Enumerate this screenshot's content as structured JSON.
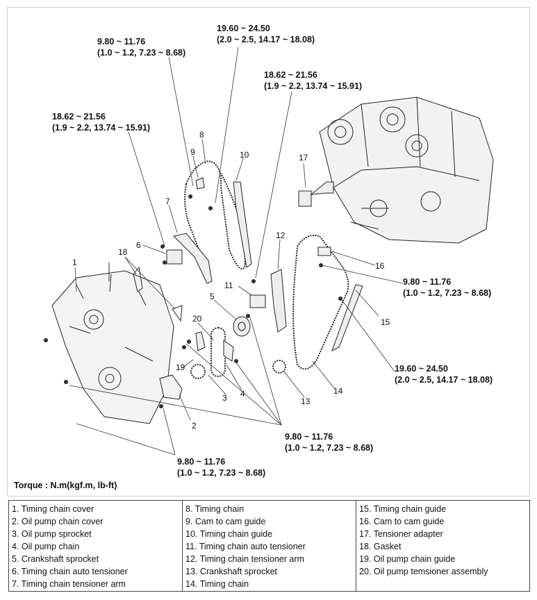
{
  "torque_specs": {
    "s1": {
      "line1": "9.80 ~ 11.76",
      "line2": "(1.0 ~ 1.2, 7.23 ~ 8.68)"
    },
    "s2": {
      "line1": "19.60 ~ 24.50",
      "line2": "(2.0 ~ 2.5, 14.17 ~ 18.08)"
    },
    "s3": {
      "line1": "18.62 ~ 21.56",
      "line2": "(1.9 ~ 2.2, 13.74 ~ 15.91)"
    },
    "s4": {
      "line1": "18.62 ~ 21.56",
      "line2": "(1.9 ~ 2.2, 13.74 ~ 15.91)"
    },
    "s5": {
      "line1": "9.80 ~ 11.76",
      "line2": "(1.0 ~ 1.2, 7.23 ~ 8.68)"
    },
    "s6": {
      "line1": "19.60 ~ 24.50",
      "line2": "(2.0 ~ 2.5, 14.17 ~ 18.08)"
    },
    "s7": {
      "line1": "9.80 ~ 11.76",
      "line2": "(1.0 ~ 1.2, 7.23 ~ 8.68)"
    },
    "s8": {
      "line1": "9.80 ~ 11.76",
      "line2": "(1.0 ~ 1.2, 7.23 ~ 8.68)"
    }
  },
  "callout_numbers": [
    "1",
    "2",
    "3",
    "4",
    "5",
    "6",
    "7",
    "8",
    "9",
    "10",
    "11",
    "12",
    "13",
    "14",
    "15",
    "16",
    "17",
    "18",
    "19",
    "20"
  ],
  "torque_unit_label": "Torque : N.m(kgf.m, lb-ft)",
  "legend": [
    [
      "1. Timing chain cover",
      "2. Oil pump chain cover",
      "3. Oil pump sprocket",
      "4. Oil pump chain",
      "5. Crankshaft sprocket",
      "6. Timing chain auto tensioner",
      "7. Timing chain tensioner arm"
    ],
    [
      "8. Timing chain",
      "9. Cam to cam guide",
      "10. Timing chain guide",
      "11. Timing chain auto tensioner",
      "12. Timing chain tensioner arm",
      "13. Crankshaft sprocket",
      "14. Timing chain"
    ],
    [
      "15. Timing chain guide",
      "16. Cam to cam guide",
      "17. Tensioner adapter",
      "18. Gasket",
      "19. Oil pump chain guide",
      "20. Oil pump temsioner assembly"
    ]
  ]
}
